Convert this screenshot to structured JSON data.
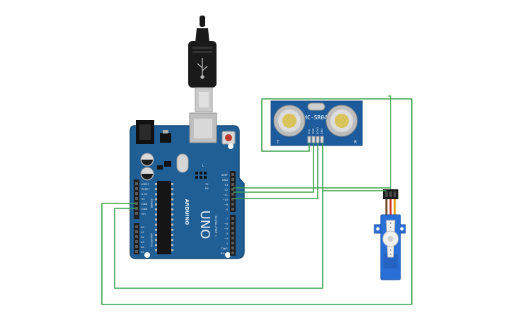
{
  "colors": {
    "wire": "#3aa04c",
    "board": "#1f5f96",
    "board_edge": "#164a76",
    "header": "#202020",
    "silk": "#e8eef5",
    "sensor": "#1d5b9c",
    "servo": "#2a6fd6",
    "plug": "#1a1a1a"
  },
  "arduino": {
    "brand": "ARDUINO",
    "model": "UNO",
    "power_title": "POWER",
    "analog_title": "ANALOG IN",
    "digital_title": "DIGITAL (PWM~)",
    "power_pins": [
      "IOREF",
      "RESET",
      "3.3V",
      "5V",
      "GND",
      "GND",
      "Vin"
    ],
    "analog_pins": [
      "A0",
      "A1",
      "A2",
      "A3",
      "A4",
      "A5"
    ],
    "digital_pins_top": [
      "AREF",
      "GND",
      "13",
      "12",
      "~11",
      "~10",
      "~9",
      "8"
    ],
    "digital_pins_bottom": [
      "7",
      "~6",
      "~5",
      "4",
      "~3",
      "2",
      "TX►1",
      "RX◄0"
    ],
    "led_labels": [
      "L",
      "TX",
      "RX"
    ]
  },
  "sensor": {
    "name": "HC-SR04",
    "pins": [
      "VCC",
      "TRIG",
      "ECHO",
      "GND"
    ],
    "corner_left": "T",
    "corner_right": "R"
  },
  "servo": {
    "name": "Micro servo"
  },
  "usb": {
    "name": "USB cable"
  }
}
